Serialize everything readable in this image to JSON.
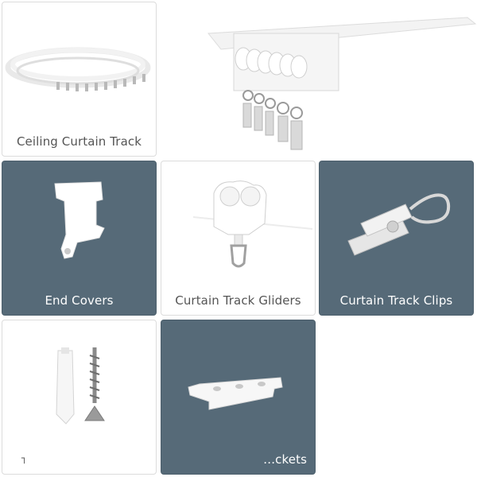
{
  "cards": {
    "ceiling_track": {
      "label": "Ceiling Curtain Track"
    },
    "end_covers": {
      "label": "End Covers"
    },
    "gliders": {
      "label": "Curtain Track Gliders"
    },
    "clips": {
      "label": "Curtain Track Clips"
    },
    "screws": {
      "label": "┐"
    },
    "brackets": {
      "label": "…ckets"
    }
  },
  "colors": {
    "card_dark": "#566a78",
    "card_light": "#ffffff",
    "label_dark_text": "#ffffff",
    "label_light_text": "#555555"
  },
  "icons": {
    "ceiling_track": "coiled-track-icon",
    "track_hero": "track-with-gliders-icon",
    "end_covers": "end-cover-icon",
    "gliders": "glider-icon",
    "clips": "clip-icon",
    "screws": "anchor-screw-icon",
    "brackets": "bracket-icon"
  }
}
